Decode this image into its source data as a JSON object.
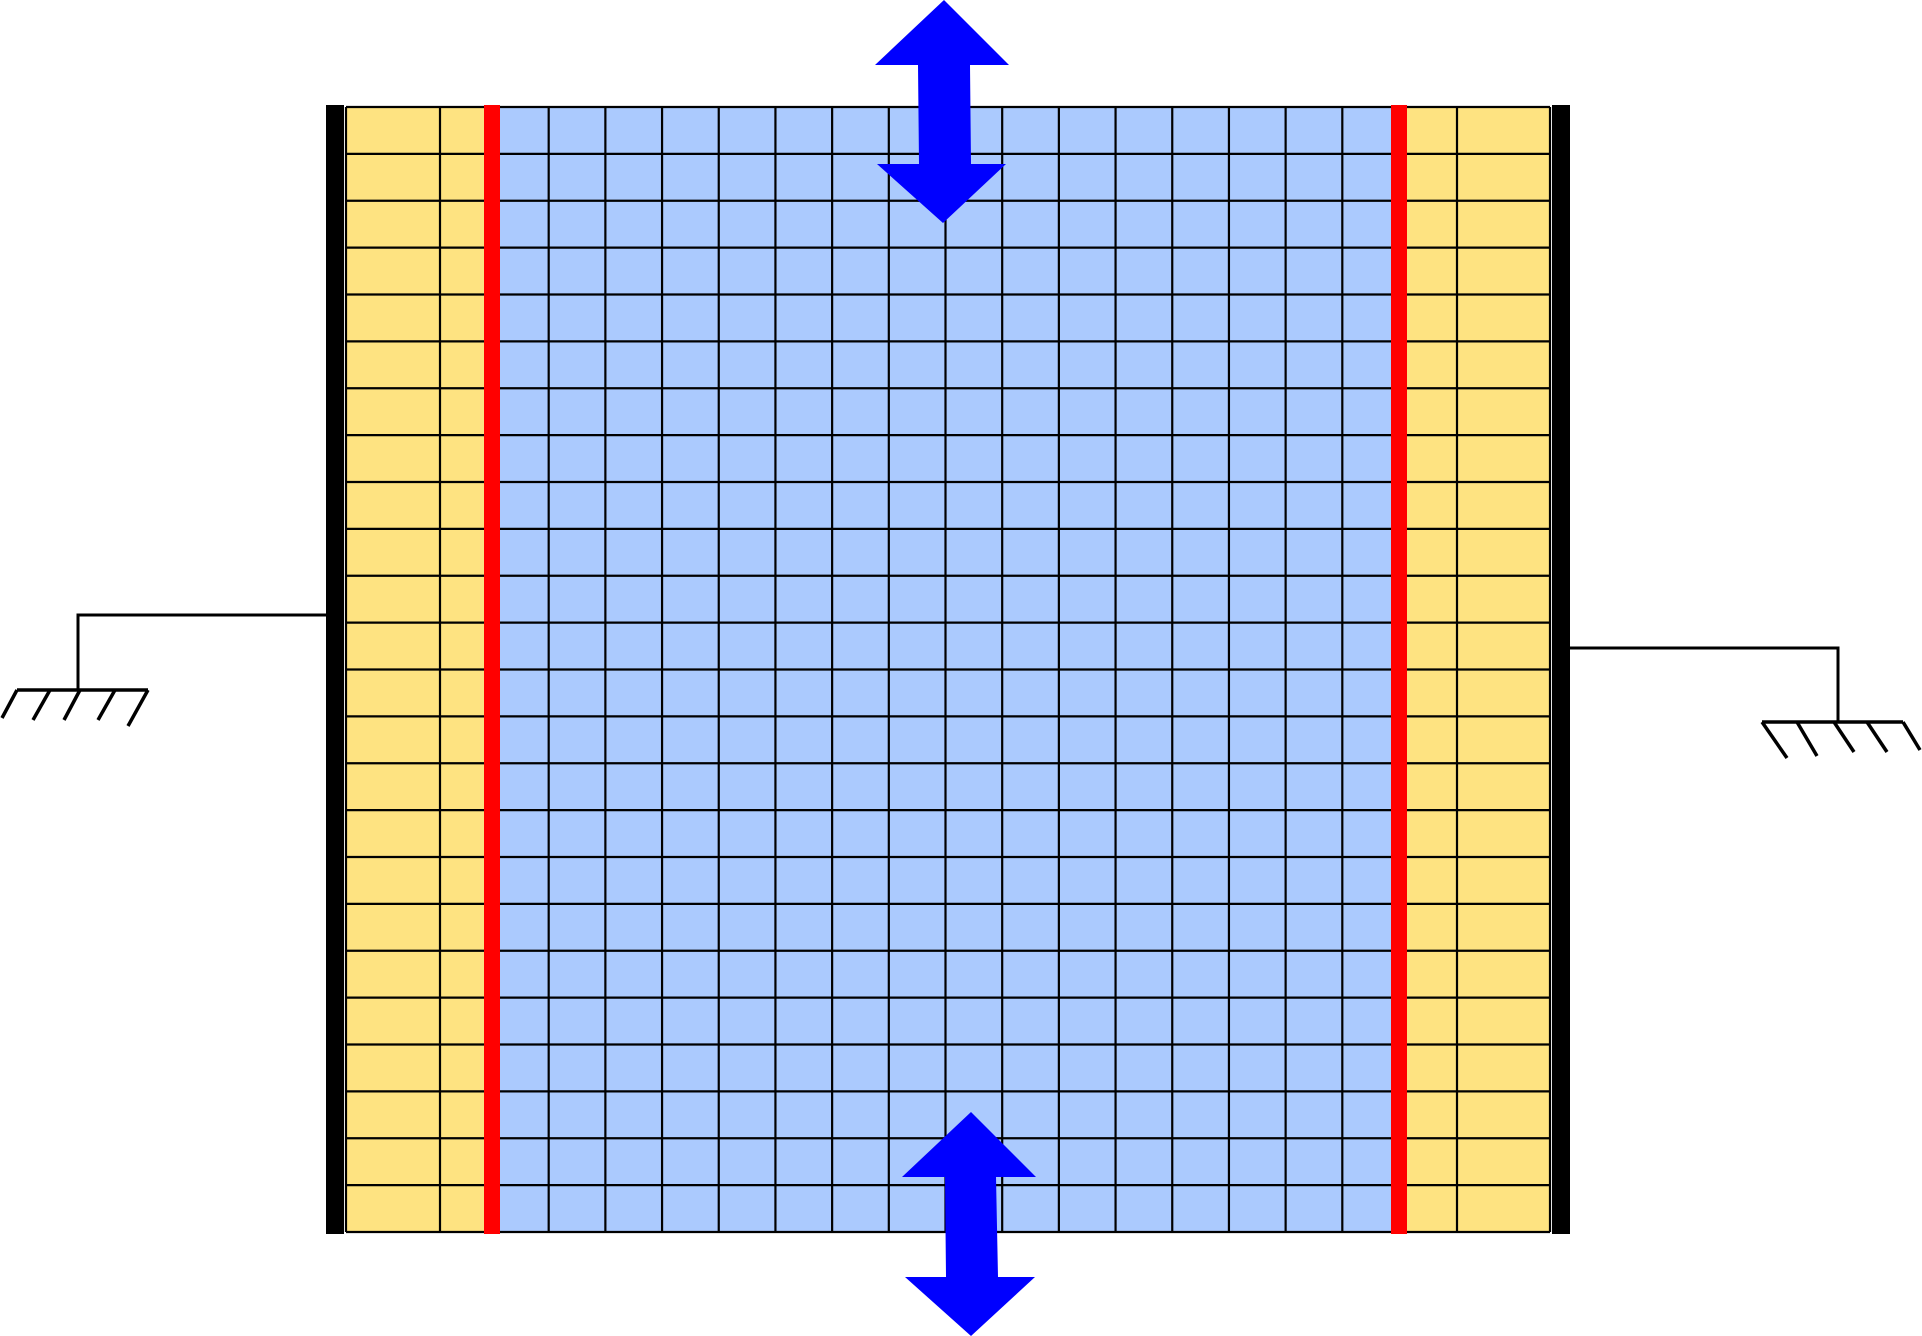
{
  "diagram": {
    "type": "finite-element-mesh-with-boundary-conditions",
    "colors": {
      "background": "#ffffff",
      "outer_layer_fill": "#fee381",
      "core_fill": "#abcafe",
      "grid_line": "#000000",
      "interface_line": "#ff0000",
      "fixed_edge": "#000000",
      "load_arrow": "#0000ff",
      "ground_symbol": "#000000"
    },
    "mesh": {
      "rows": 24,
      "regions": [
        {
          "name": "left-outer-layer",
          "material": "outer",
          "columns": 2
        },
        {
          "name": "core",
          "material": "core",
          "columns": 16
        },
        {
          "name": "right-outer-layer",
          "material": "outer",
          "columns": 2
        }
      ]
    },
    "interfaces": [
      {
        "name": "left-interface",
        "between": [
          "left-outer-layer",
          "core"
        ]
      },
      {
        "name": "right-interface",
        "between": [
          "core",
          "right-outer-layer"
        ]
      }
    ],
    "supports": [
      {
        "name": "left-ground-support",
        "edge": "left",
        "icon": "ground-icon"
      },
      {
        "name": "right-ground-support",
        "edge": "right",
        "icon": "ground-icon"
      }
    ],
    "loads": [
      {
        "name": "top-load-arrow",
        "edge": "top",
        "direction": "vertical-bidirectional",
        "icon": "double-arrow-icon"
      },
      {
        "name": "bottom-load-arrow",
        "edge": "bottom",
        "direction": "vertical-bidirectional",
        "icon": "double-arrow-icon"
      }
    ]
  }
}
